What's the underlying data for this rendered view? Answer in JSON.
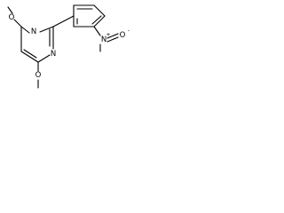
{
  "structure": {
    "atoms": {
      "o_top": "O",
      "n_upper": "N",
      "n_lower": "N",
      "o_bottom": "O",
      "n_nitro": "N",
      "n_nitro_charge": "+",
      "o_nitro": "O",
      "o_nitro_charge": "-"
    }
  }
}
